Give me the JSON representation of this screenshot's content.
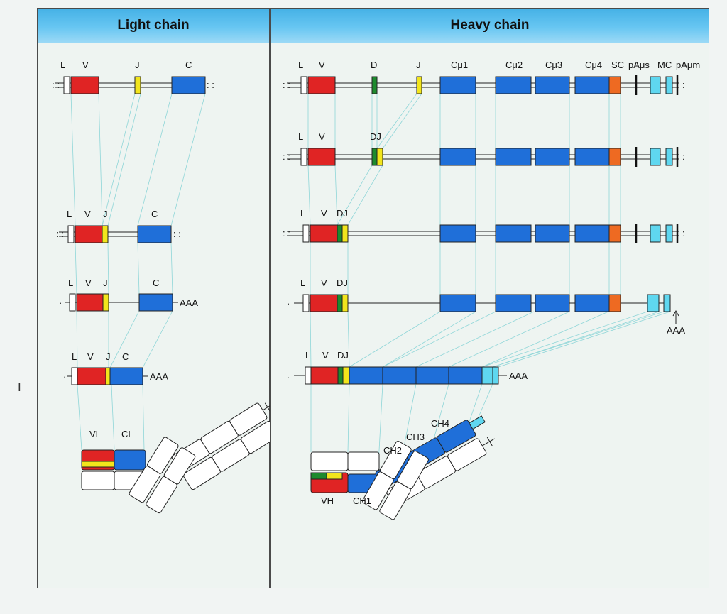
{
  "light": {
    "title": "Light chain",
    "r1": {
      "L": "L",
      "V": "V",
      "J": "J",
      "C": "C"
    },
    "r2": {
      "L": "L",
      "V": "V",
      "J": "J",
      "C": "C"
    },
    "r3": {
      "L": "L",
      "V": "V",
      "J": "J",
      "C": "C",
      "polyA": "AAA"
    },
    "r4": {
      "L": "L",
      "V": "V",
      "J": "J",
      "C": "C",
      "polyA": "AAA"
    },
    "prot": {
      "VL": "VL",
      "CL": "CL"
    }
  },
  "heavy": {
    "title": "Heavy chain",
    "r1": {
      "L": "L",
      "V": "V",
      "D": "D",
      "J": "J",
      "cmu1": "Cμ1",
      "cmu2": "Cμ2",
      "cmu3": "Cμ3",
      "cmu4": "Cμ4",
      "SC": "SC",
      "pAus": "pAμs",
      "MC": "MC",
      "pAum": "pAμm"
    },
    "r2": {
      "L": "L",
      "V": "V",
      "DJ": "DJ"
    },
    "r3": {
      "L": "L",
      "V": "V",
      "DJ": "DJ"
    },
    "r4": {
      "L": "L",
      "V": "V",
      "DJ": "DJ",
      "polyA": "AAA"
    },
    "r5": {
      "L": "L",
      "V": "V",
      "DJ": "DJ",
      "polyA": "AAA"
    },
    "prot": {
      "VH": "VH",
      "CH1": "CH1",
      "CH2": "CH2",
      "CH3": "CH3",
      "CH4": "CH4"
    }
  },
  "colors": {
    "V": "#e02424",
    "J": "#f2e51c",
    "D": "#1d8a2d",
    "C": "#1f6fd9",
    "SC": "#ee6a22",
    "MC": "#5fd7f0",
    "connector": "#8fd6d8"
  },
  "cursor_icon": "I"
}
